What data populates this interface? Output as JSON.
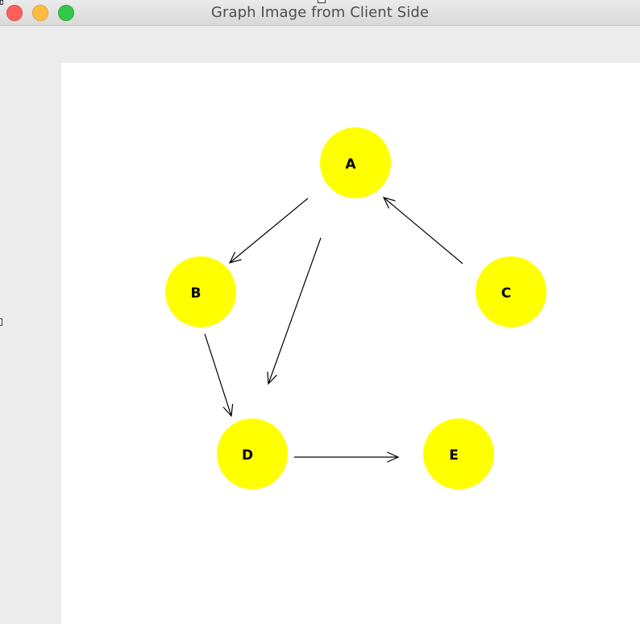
{
  "window": {
    "title": "Graph Image from Client Side"
  },
  "colors": {
    "node_fill": "#ffff00",
    "edge": "#000000",
    "canvas_bg": "#ffffff",
    "window_bg": "#ececec"
  },
  "graph": {
    "nodes": [
      {
        "id": "A",
        "label": "A"
      },
      {
        "id": "B",
        "label": "B"
      },
      {
        "id": "C",
        "label": "C"
      },
      {
        "id": "D",
        "label": "D"
      },
      {
        "id": "E",
        "label": "E"
      }
    ],
    "edges": [
      {
        "from": "A",
        "to": "B"
      },
      {
        "from": "A",
        "to": "D"
      },
      {
        "from": "C",
        "to": "A"
      },
      {
        "from": "B",
        "to": "D"
      },
      {
        "from": "D",
        "to": "E"
      }
    ]
  }
}
